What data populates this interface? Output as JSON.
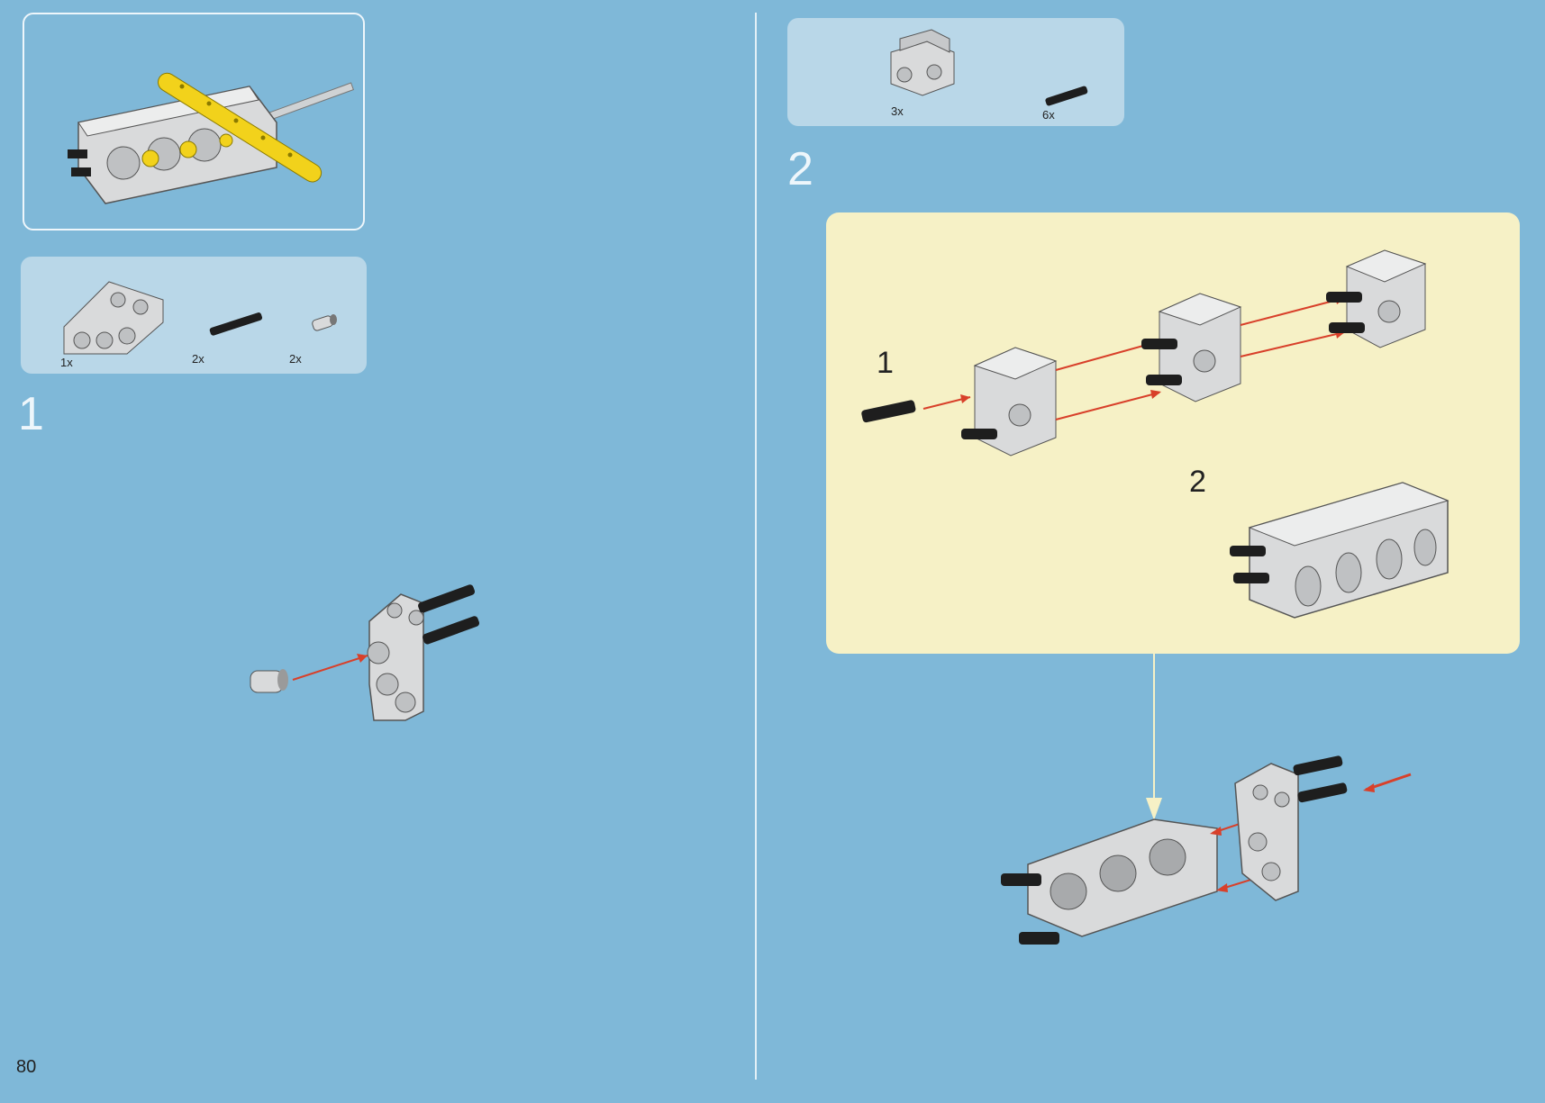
{
  "page": {
    "number": "80"
  },
  "left": {
    "step": {
      "number": "1"
    },
    "parts": [
      {
        "name": "engine-block-end-plate",
        "qty": "1x"
      },
      {
        "name": "axle-pin-black",
        "qty": "2x"
      },
      {
        "name": "bush-half-gray",
        "qty": "2x"
      }
    ]
  },
  "right": {
    "step": {
      "number": "2"
    },
    "parts": [
      {
        "name": "cylinder-block-gray",
        "qty": "3x"
      },
      {
        "name": "axle-pin-black",
        "qty": "6x"
      }
    ],
    "substeps": [
      {
        "number": "1"
      },
      {
        "number": "2"
      }
    ]
  },
  "colors": {
    "background": "#7fb8d8",
    "parts_panel": "#b9d7e8",
    "substep_panel": "#f6f1c6",
    "arrow": "#d8402a",
    "gray_part": "#d9dadb",
    "black_part": "#1e1e1e",
    "yellow_part": "#f2d21b"
  }
}
